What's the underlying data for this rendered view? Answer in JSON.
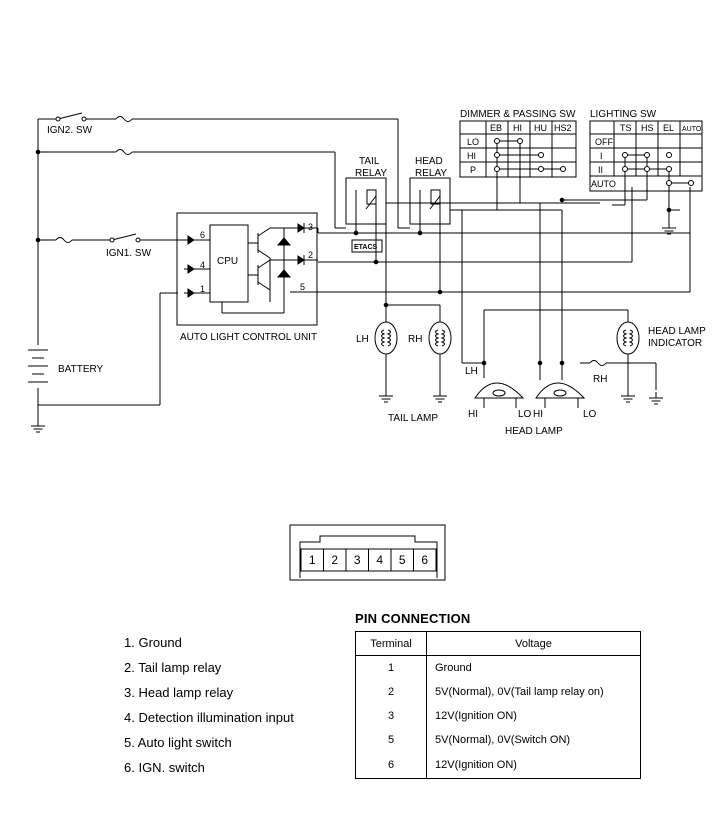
{
  "diagram": {
    "labels": {
      "ign2_sw": "IGN2. SW",
      "ign1_sw": "IGN1. SW",
      "battery": "BATTERY",
      "cpu": "CPU",
      "control_unit": "AUTO LIGHT CONTROL UNIT",
      "etacs": "ETACS",
      "tail_relay_1": "TAIL",
      "tail_relay_2": "RELAY",
      "head_relay_1": "HEAD",
      "head_relay_2": "RELAY",
      "dimmer_sw": "DIMMER & PASSING SW",
      "lighting_sw": "LIGHTING SW",
      "tail_lamp": "TAIL LAMP",
      "head_lamp": "HEAD LAMP",
      "indicator_1": "HEAD LAMP",
      "indicator_2": "INDICATOR",
      "lh": "LH",
      "rh": "RH",
      "hi": "HI",
      "lo": "LO"
    },
    "unit_pins": [
      "6",
      "4",
      "1",
      "3",
      "2",
      "5"
    ],
    "dimmer_cols": [
      "EB",
      "HI",
      "HU",
      "HS2"
    ],
    "dimmer_rows": [
      "LO",
      "HI",
      "P"
    ],
    "lighting_cols": [
      "TS",
      "HS",
      "EL",
      "AUTO"
    ],
    "lighting_rows": [
      "OFF",
      "I",
      "II",
      "AUTO"
    ]
  },
  "connector": {
    "pins": [
      "1",
      "2",
      "3",
      "4",
      "5",
      "6"
    ]
  },
  "pin_list": [
    "1. Ground",
    "2. Tail lamp relay",
    "3. Head lamp relay",
    "4. Detection illumination input",
    "5. Auto light switch",
    "6. IGN. switch"
  ],
  "pin_connection": {
    "title": "PIN CONNECTION",
    "headers": [
      "Terminal",
      "Voltage"
    ],
    "rows": [
      [
        "1",
        "Ground"
      ],
      [
        "2",
        "5V(Normal), 0V(Tail lamp relay on)"
      ],
      [
        "3",
        "12V(Ignition ON)"
      ],
      [
        "5",
        "5V(Normal), 0V(Switch ON)"
      ],
      [
        "6",
        "12V(Ignition ON)"
      ]
    ]
  }
}
